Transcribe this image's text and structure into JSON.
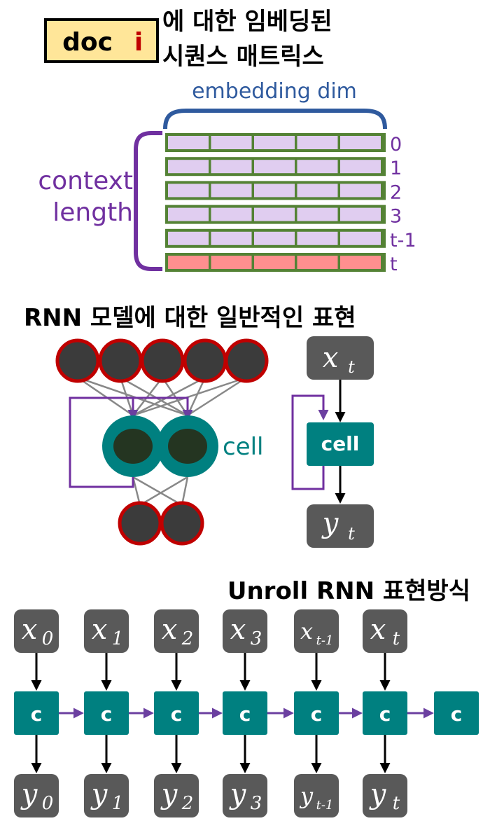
{
  "header": {
    "doc_word": "doc",
    "doc_index": "i",
    "title_line1": "에 대한 임베딩된",
    "title_line2": "시퀀스 매트릭스"
  },
  "matrix": {
    "embedding_label": "embedding dim",
    "context_label_line1": "context",
    "context_label_line2": "length",
    "row_labels": [
      "0",
      "1",
      "2",
      "3",
      "t-1",
      "t"
    ],
    "columns_per_row": 5
  },
  "rnn_general": {
    "title": "RNN 모델에 대한 일반적인 표현",
    "cell_label": "cell",
    "input_label": "x",
    "input_sub": "t",
    "output_label": "y",
    "output_sub": "t",
    "box_cell_label": "cell"
  },
  "unroll": {
    "title": "Unroll RNN 표현방식",
    "cell_label": "c",
    "inputs": [
      {
        "main": "x",
        "sub": "0"
      },
      {
        "main": "x",
        "sub": "1"
      },
      {
        "main": "x",
        "sub": "2"
      },
      {
        "main": "x",
        "sub": "3"
      },
      {
        "main": "x",
        "sub": "t-1"
      },
      {
        "main": "x",
        "sub": "t"
      }
    ],
    "outputs": [
      {
        "main": "y",
        "sub": "0"
      },
      {
        "main": "y",
        "sub": "1"
      },
      {
        "main": "y",
        "sub": "2"
      },
      {
        "main": "y",
        "sub": "3"
      },
      {
        "main": "y",
        "sub": "t-1"
      },
      {
        "main": "y",
        "sub": "t"
      }
    ]
  },
  "colors": {
    "purple": "#6b3fa0",
    "blue": "#2f5a9e",
    "teal": "#008080",
    "green_border": "#548235",
    "lavender": "#e0cdf0",
    "salmon": "#ff8f8f",
    "dark_box": "#595959",
    "dark_red": "#c00000",
    "node_fill": "#3b3b3b",
    "doc_bg": "#ffe699",
    "doc_red": "#c00000"
  }
}
